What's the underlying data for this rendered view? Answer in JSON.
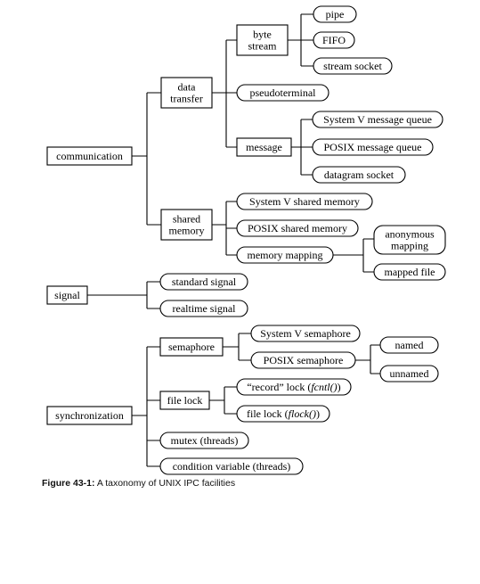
{
  "caption": {
    "number": "Figure 43-1:",
    "text": "A taxonomy of UNIX IPC facilities"
  },
  "nodes": {
    "communication": "communication",
    "data_transfer": [
      "data",
      "transfer"
    ],
    "byte_stream": [
      "byte",
      "stream"
    ],
    "pipe": "pipe",
    "fifo": "FIFO",
    "stream_socket": "stream socket",
    "pseudoterminal": "pseudoterminal",
    "message": "message",
    "sysv_mq": "System V message queue",
    "posix_mq": "POSIX message queue",
    "datagram_socket": "datagram socket",
    "shared_memory": [
      "shared",
      "memory"
    ],
    "sysv_shm": "System V shared memory",
    "posix_shm": "POSIX shared memory",
    "memory_mapping": "memory mapping",
    "anonymous_mapping": [
      "anonymous",
      "mapping"
    ],
    "mapped_file": "mapped file",
    "signal": "signal",
    "standard_signal": "standard signal",
    "realtime_signal": "realtime signal",
    "synchronization": "synchronization",
    "semaphore": "semaphore",
    "sysv_sem": "System V semaphore",
    "posix_sem": "POSIX semaphore",
    "named": "named",
    "unnamed": "unnamed",
    "file_lock": "file lock",
    "record_lock": {
      "pre": "“record” lock (",
      "fn": "fcntl()",
      "post": ")"
    },
    "flock": {
      "pre": "file lock (",
      "fn": "flock()",
      "post": ")"
    },
    "mutex": "mutex (threads)",
    "condvar": "condition variable (threads)"
  }
}
